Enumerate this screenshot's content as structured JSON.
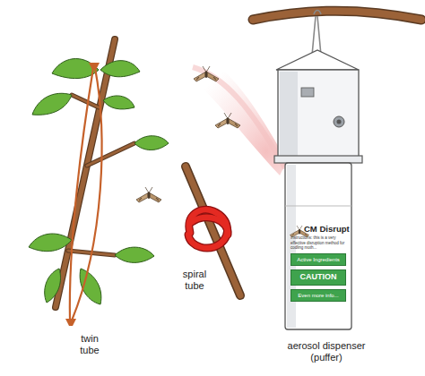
{
  "diagram": {
    "nodes": [
      {
        "text": [
          "CM Disrupt",
          "Instructions: this is a very effective disruption method for codling moth..."
        ]
      },
      {
        "text": [
          "Active Ingredients"
        ],
        "in": 0
      },
      {
        "text": [
          "CAUTION"
        ],
        "in": 0
      },
      {
        "text": [
          "Even more info..."
        ],
        "in": 0
      }
    ],
    "edges": [],
    "labels": [
      "twin tube",
      "spiral tube",
      "aerosol dispenser (puffer)"
    ]
  }
}
